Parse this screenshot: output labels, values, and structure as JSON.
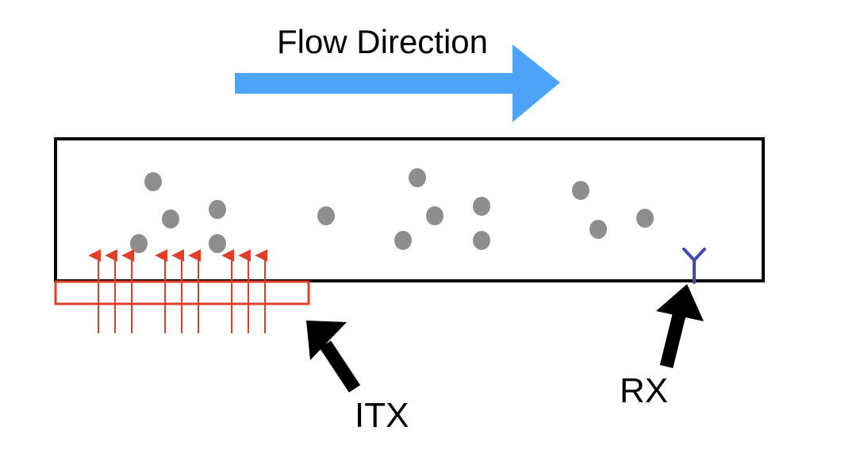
{
  "labels": {
    "flow": "Flow Direction",
    "itx": "ITX",
    "rx": "RX"
  },
  "colors": {
    "flow_arrow": "#4DA3F7",
    "channel_border": "#000000",
    "particle": "#8E8E8E",
    "transmitter": "#E23F2A",
    "receiver": "#4048B8",
    "pointer_arrow": "#000000"
  },
  "icons": {
    "flow": "right-arrow-icon",
    "pointer": "bold-arrow-icon",
    "receiver": "antenna-icon",
    "emission": "up-arrow-icon"
  }
}
